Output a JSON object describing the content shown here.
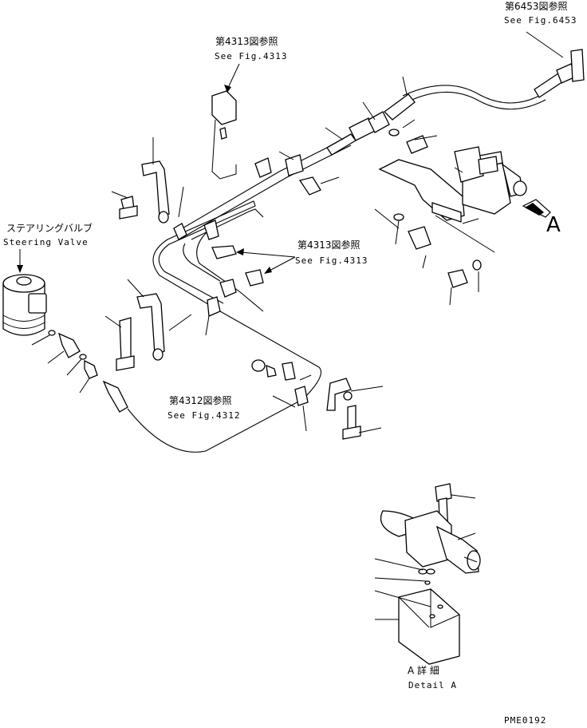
{
  "labels": {
    "fig6453_jp": "第6453図参照",
    "fig6453_en": "See Fig.6453",
    "fig4313_top_jp": "第4313図参照",
    "fig4313_top_en": "See Fig.4313",
    "fig4313_mid_jp": "第4313図参照",
    "fig4313_mid_en": "See Fig.4313",
    "fig4312_jp": "第4312図参照",
    "fig4312_en": "See Fig.4312",
    "steering_jp": "ステアリングバルブ",
    "steering_en": "Steering Valve",
    "view_arrow_letter": "A",
    "detail_jp": "A 詳 細",
    "detail_en": "Detail A",
    "drawing_code": "PME0192"
  }
}
